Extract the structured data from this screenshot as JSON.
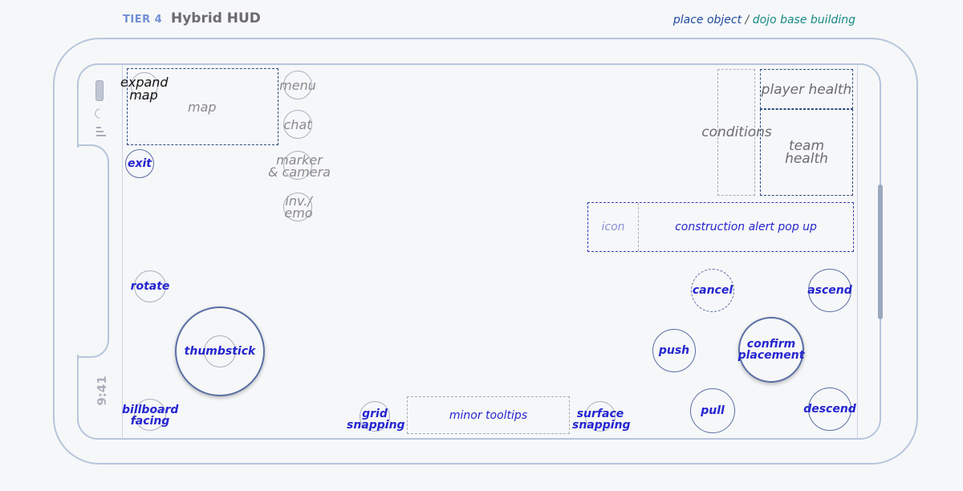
{
  "header": {
    "tier": "TIER 4",
    "title": "Hybrid HUD",
    "crumb_primary": "place object",
    "crumb_sep": " / ",
    "crumb_secondary": "dojo base building"
  },
  "status_bar": {
    "time": "9:41"
  },
  "hud": {
    "map_label": "map",
    "expand_map_label": "expand\nmap",
    "menu_label": "menu",
    "chat_label": "chat",
    "marker_camera_label": "marker\n& camera",
    "inv_emo_label": "inv./\nemo",
    "exit_label": "exit",
    "conditions_label": "conditions",
    "player_health_label": "player health",
    "team_health_label": "team\nhealth",
    "alert_icon_label": "icon",
    "construction_alert_label": "construction alert pop up",
    "rotate_label": "rotate",
    "thumbstick_label": "thumbstick",
    "billboard_label": "billboard\nfacing",
    "grid_snapping_label": "grid\nsnapping",
    "minor_tooltips_label": "minor tooltips",
    "surface_snapping_label": "surface\nsnapping",
    "cancel_label": "cancel",
    "ascend_label": "ascend",
    "push_label": "push",
    "confirm_label": "confirm\nplacement",
    "pull_label": "pull",
    "descend_label": "descend"
  },
  "colors": {
    "accent_blue": "#2525d0",
    "outline": "#b7c5dd",
    "crumb_teal": "#178a86",
    "crumb_navy": "#1f4aa0"
  }
}
